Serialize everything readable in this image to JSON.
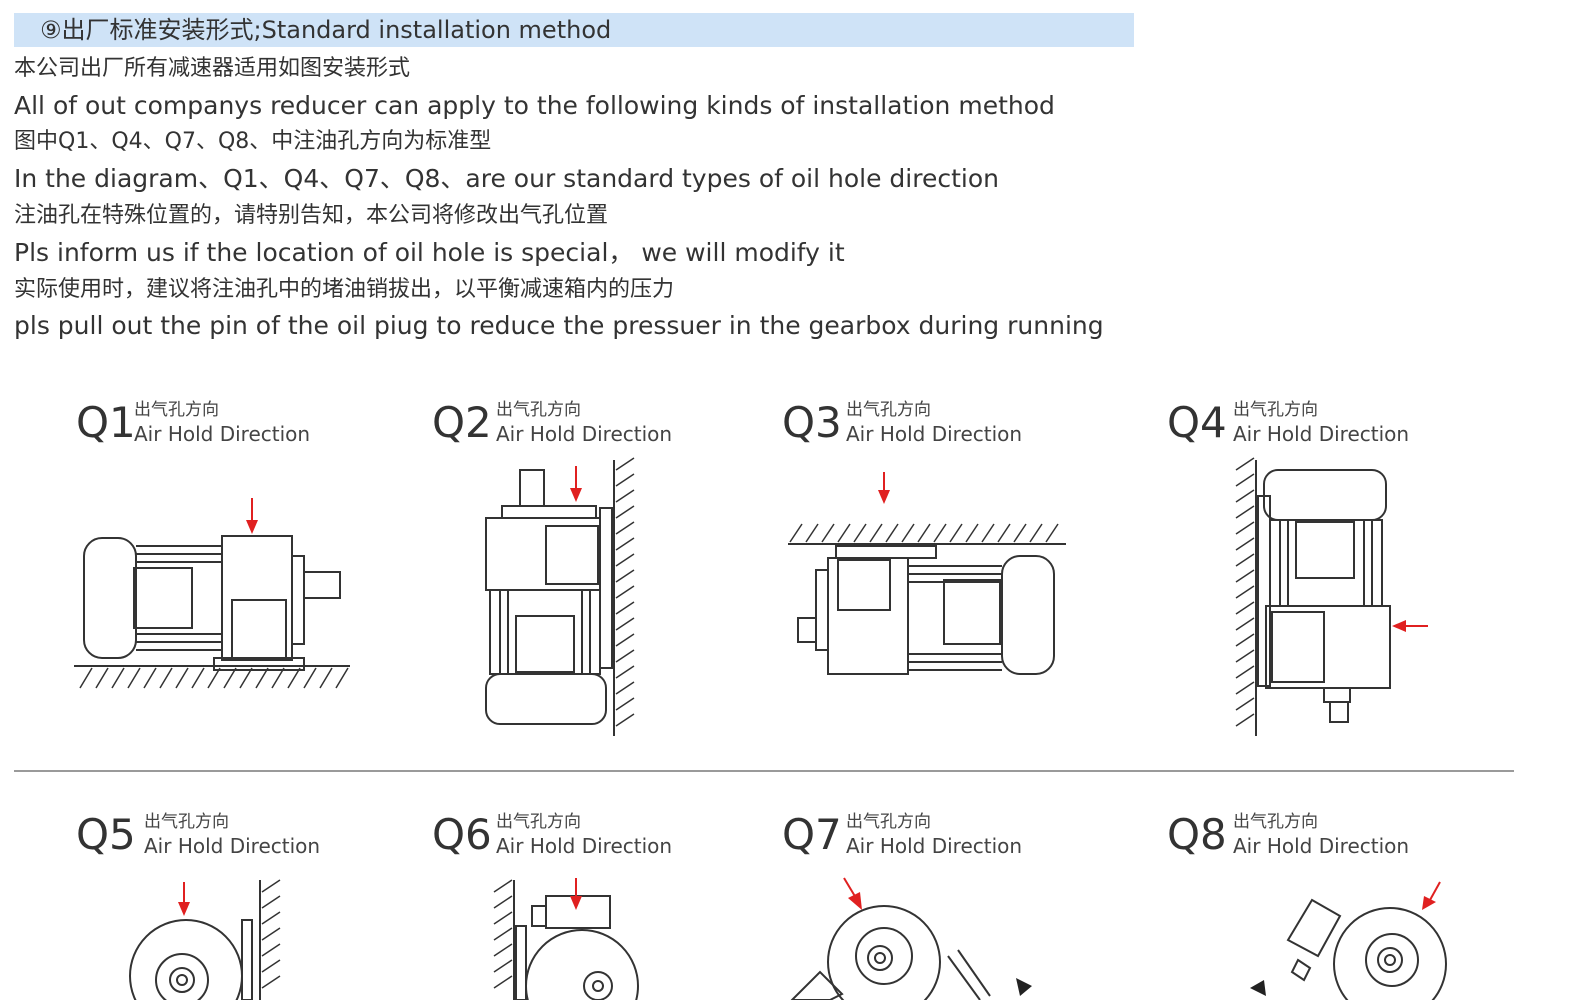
{
  "header": {
    "title": "⑨出厂标准安装形式;Standard installation method"
  },
  "intro_lines": [
    "本公司出厂所有减速器适用如图安装形式",
    "All of out companys reducer can apply to the following kinds of installation method",
    "图中Q1、Q4、Q7、Q8、中注油孔方向为标准型",
    "In the diagram、Q1、Q4、Q7、Q8、are our standard types of oil hole direction",
    "注油孔在特殊位置的，请特别告知，本公司将修改出气孔位置",
    "Pls inform us if the location of oil hole is special， we will modify it",
    "实际使用时，建议将注油孔中的堵油销拔出，以平衡减速箱内的压力",
    "pls pull out the pin of the oil piug to reduce the pressuer in the gearbox during running"
  ],
  "positions": [
    {
      "code": "Q1",
      "cn": "出气孔方向",
      "en": "Air Hold Direction"
    },
    {
      "code": "Q2",
      "cn": "出气孔方向",
      "en": "Air Hold Direction"
    },
    {
      "code": "Q3",
      "cn": "出气孔方向",
      "en": "Air Hold Direction"
    },
    {
      "code": "Q4",
      "cn": "出气孔方向",
      "en": "Air Hold Direction"
    },
    {
      "code": "Q5",
      "cn": "出气孔方向",
      "en": "Air Hold Direction"
    },
    {
      "code": "Q6",
      "cn": "出气孔方向",
      "en": "Air Hold Direction"
    },
    {
      "code": "Q7",
      "cn": "出气孔方向",
      "en": "Air Hold Direction"
    },
    {
      "code": "Q8",
      "cn": "出气孔方向",
      "en": "Air Hold Direction"
    }
  ],
  "colors": {
    "title_bg": "#cfe3f7",
    "arrow": "#e02020",
    "line_art": "#333333"
  }
}
